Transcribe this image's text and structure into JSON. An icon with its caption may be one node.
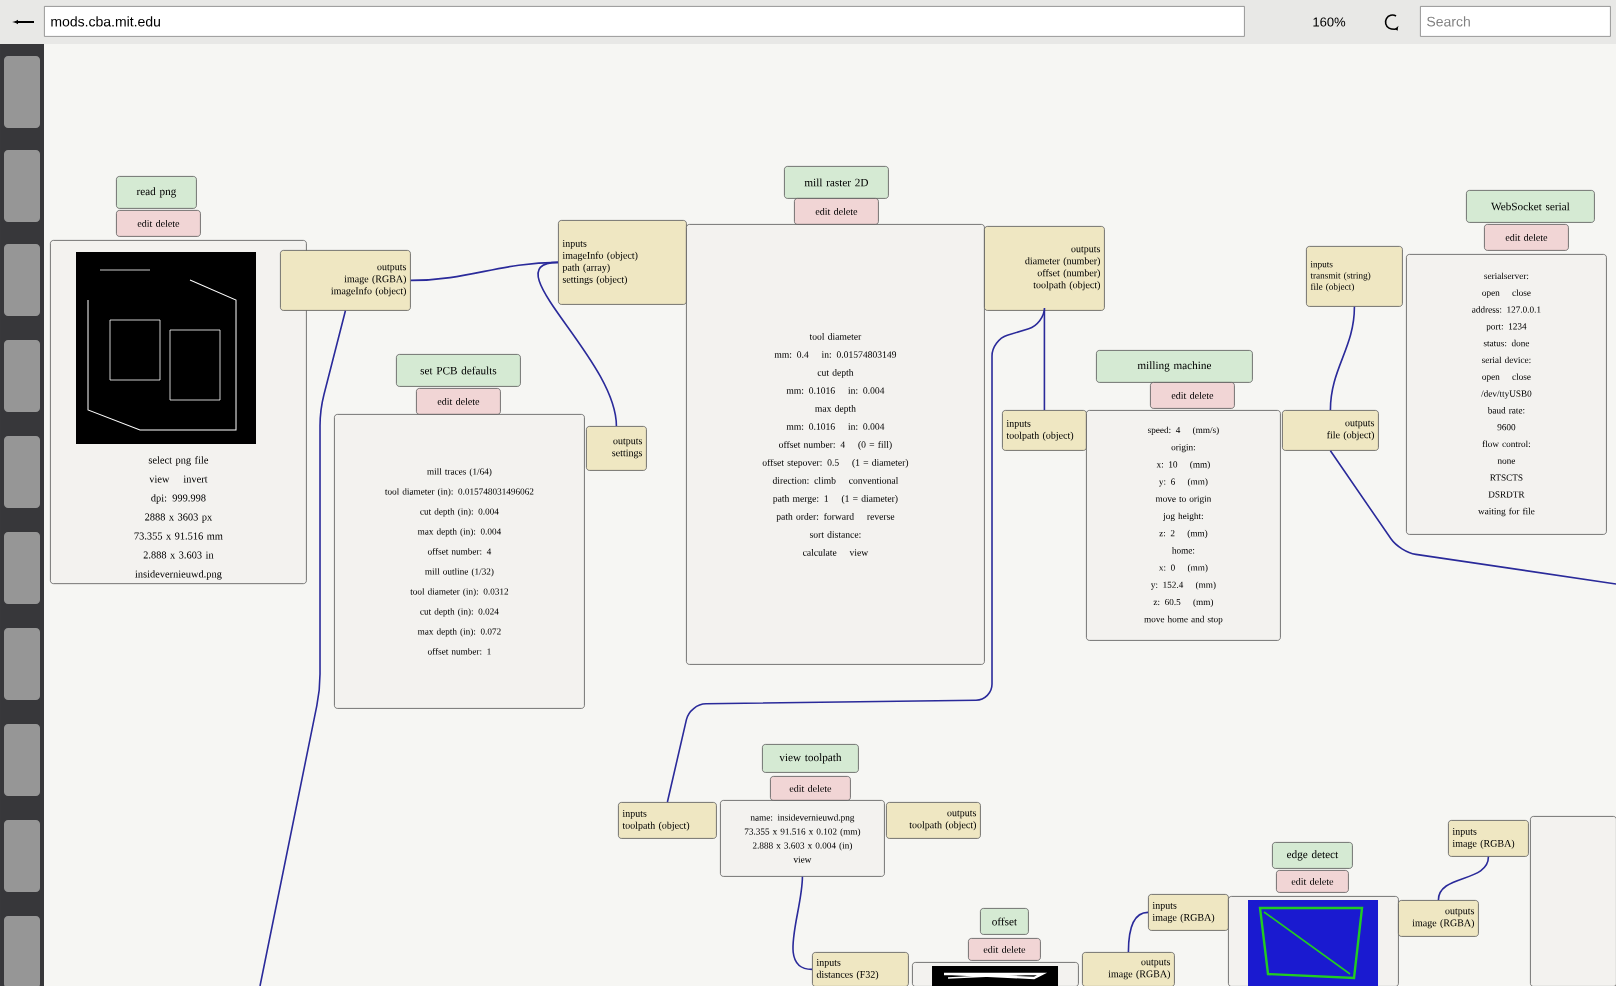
{
  "diagram": {
    "nodes": [
      {
        "text": [
          "read png"
        ]
      },
      {
        "text": [
          "edit delete"
        ]
      },
      {
        "text": [
          "select png file",
          "view",
          "invert",
          "dpi: 999.998",
          "2888 x 3603 px",
          "73.355 x 91.516 mm",
          "2.888 x 3.603 in",
          "insidevernieuwd.png"
        ]
      },
      {
        "text": [
          "outputs",
          "image (RGBA)",
          "imageInfo (object)"
        ]
      },
      {
        "text": [
          "set PCB defaults"
        ]
      },
      {
        "text": [
          "edit delete"
        ]
      },
      {
        "text": [
          "mill traces (1/64)",
          "tool diameter (in): 0.015748031496062",
          "cut depth (in): 0.004",
          "max depth (in): 0.004",
          "offset number: 4",
          "mill outline (1/32)",
          "tool diameter (in): 0.0312",
          "cut depth (in): 0.024",
          "max depth (in): 0.072",
          "offset number: 1"
        ]
      },
      {
        "text": [
          "outputs",
          "settings"
        ]
      },
      {
        "text": [
          "mill raster 2D"
        ]
      },
      {
        "text": [
          "edit delete"
        ]
      },
      {
        "text": [
          "inputs",
          "imageInfo (object)",
          "path (array)",
          "settings (object)"
        ]
      },
      {
        "text": [
          "tool diameter",
          "mm: 0.4",
          "in: 0.01574803149",
          "cut depth",
          "mm: 0.1016",
          "in: 0.004",
          "max depth",
          "mm: 0.1016",
          "in: 0.004",
          "offset number: 4",
          "(0 = fill)",
          "offset stepover: 0.5",
          "(1 = diameter)",
          "direction: climb",
          "conventional",
          "path merge: 1",
          "(1 = diameter)",
          "path order: forward",
          "reverse",
          "sort distance:",
          "calculate",
          "view"
        ]
      },
      {
        "text": [
          "outputs",
          "diameter (number)",
          "offset (number)",
          "toolpath (object)"
        ]
      },
      {
        "text": [
          "milling machine"
        ]
      },
      {
        "text": [
          "edit delete"
        ]
      },
      {
        "text": [
          "inputs",
          "toolpath (object)"
        ]
      },
      {
        "text": [
          "speed: 4",
          "(mm/s)",
          "origin:",
          "x: 10",
          "(mm)",
          "y: 6",
          "(mm)",
          "move to origin",
          "jog height:",
          "z: 2",
          "(mm)",
          "home:",
          "x: 0",
          "(mm)",
          "y: 152.4",
          "(mm)",
          "z: 60.5",
          "(mm)",
          "move home and stop"
        ]
      },
      {
        "text": [
          "outputs",
          "file (object)"
        ]
      },
      {
        "text": [
          "WebSocket serial"
        ]
      },
      {
        "text": [
          "edit delete"
        ]
      },
      {
        "text": [
          "inputs",
          "transmit (string)",
          "file (object)"
        ]
      },
      {
        "text": [
          "serialserver:",
          "open",
          "close",
          "address: 127.0.0.1",
          "port: 1234",
          "status: done",
          "serial device:",
          "open",
          "close",
          "/dev/ttyUSB0",
          "baud rate:",
          "9600",
          "flow control:",
          "none",
          "RTSCTS",
          "DSRDTR",
          "waiting for file"
        ]
      },
      {
        "text": [
          "view toolpath"
        ]
      },
      {
        "text": [
          "edit delete"
        ]
      },
      {
        "text": [
          "inputs",
          "toolpath (object)"
        ]
      },
      {
        "text": [
          "name: insidevernieuwd.png",
          "73.355 x 91.516 x 0.102 (mm)",
          "2.888 x 3.603 x 0.004 (in)",
          "view"
        ]
      },
      {
        "text": [
          "outputs",
          "toolpath (object)"
        ]
      },
      {
        "text": [
          "offset"
        ]
      },
      {
        "text": [
          "edit delete"
        ]
      },
      {
        "text": [
          "inputs",
          "distances (F32)"
        ]
      },
      {
        "text": [],
        "shape": "picture"
      },
      {
        "text": [
          "outputs",
          "image (RGBA)"
        ]
      },
      {
        "text": [
          "edge detect"
        ]
      },
      {
        "text": [
          "edit delete"
        ]
      },
      {
        "text": [
          "inputs",
          "image (RGBA)"
        ]
      },
      {
        "text": [],
        "shape": "picture"
      },
      {
        "text": [
          "outputs",
          "image (RGBA)"
        ]
      },
      {
        "text": [
          "inputs",
          "image (RGBA)"
        ]
      },
      {
        "text": [],
        "shape": "box"
      }
    ],
    "edges": [
      {
        "from": 3,
        "to": 10,
        "arrow": "none"
      },
      {
        "from": 7,
        "to": 10,
        "arrow": "none"
      },
      {
        "from": 12,
        "to": 15,
        "arrow": "none"
      },
      {
        "from": 12,
        "to": 24,
        "arrow": "none"
      },
      {
        "from": 25,
        "to": 29,
        "arrow": "none"
      },
      {
        "from": 17,
        "to": 20,
        "arrow": "none"
      },
      {
        "from": 17,
        "to": null,
        "arrow": "none"
      },
      {
        "from": 3,
        "to": null,
        "arrow": "none"
      },
      {
        "from": 31,
        "to": 34,
        "arrow": "none"
      },
      {
        "from": 36,
        "to": 37,
        "arrow": "none"
      }
    ],
    "labels": [
      "mods.cba.mit.edu",
      "160%",
      "Search"
    ]
  }
}
